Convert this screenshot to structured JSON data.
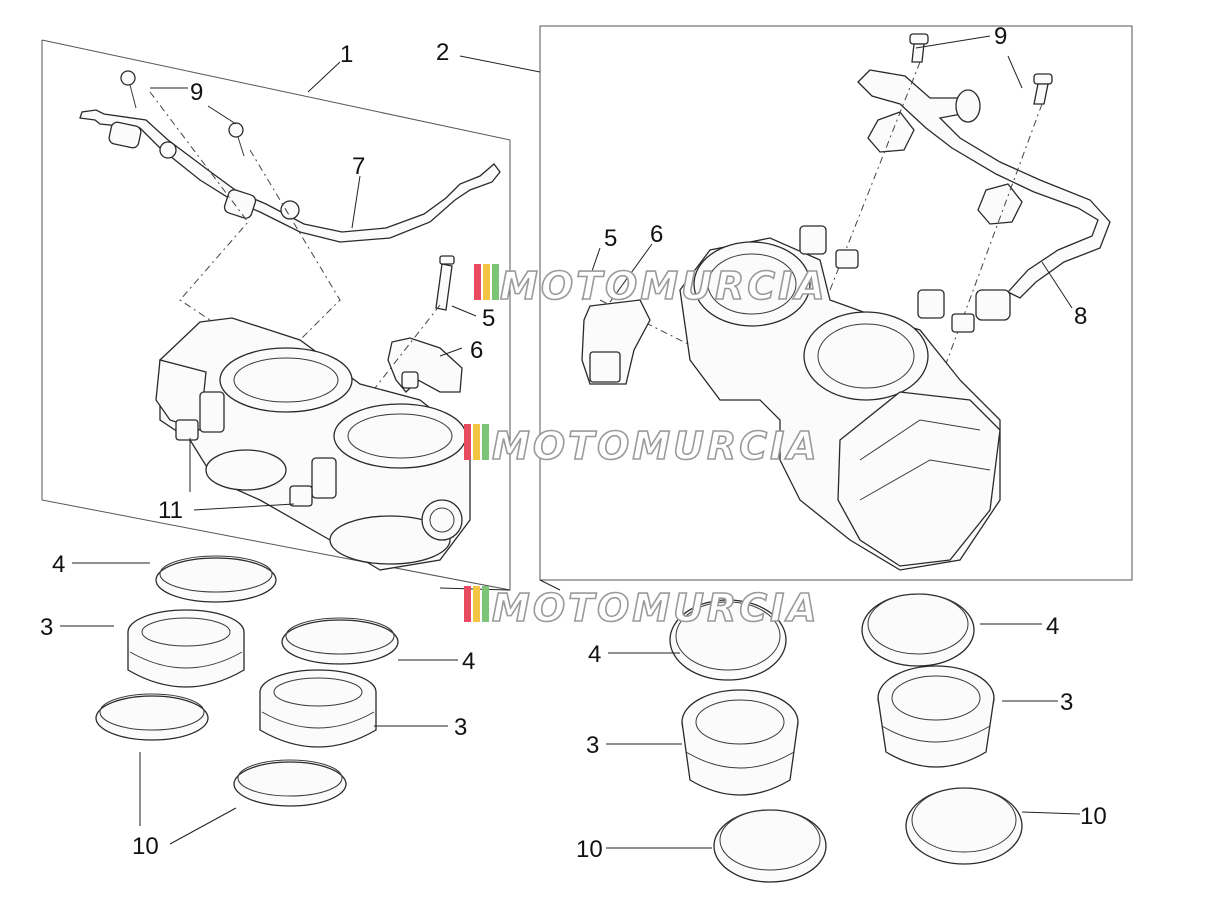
{
  "diagram": {
    "callouts": {
      "c1": "1",
      "c2": "2",
      "c9a": "9",
      "c9b": "9",
      "c7": "7",
      "c5a": "5",
      "c6a": "6",
      "c5b": "5",
      "c6b": "6",
      "c8": "8",
      "c11": "11",
      "c4a": "4",
      "c3a": "3",
      "c4b": "4",
      "c3b": "3",
      "c10a": "10",
      "c4c": "4",
      "c3c": "3",
      "c10b": "10",
      "c4d": "4",
      "c3d": "3",
      "c10c": "10"
    },
    "watermark": {
      "text": "MOTOMURCIA",
      "stripe_colors": [
        "#e84a5f",
        "#f4c542",
        "#7cc576"
      ]
    }
  }
}
